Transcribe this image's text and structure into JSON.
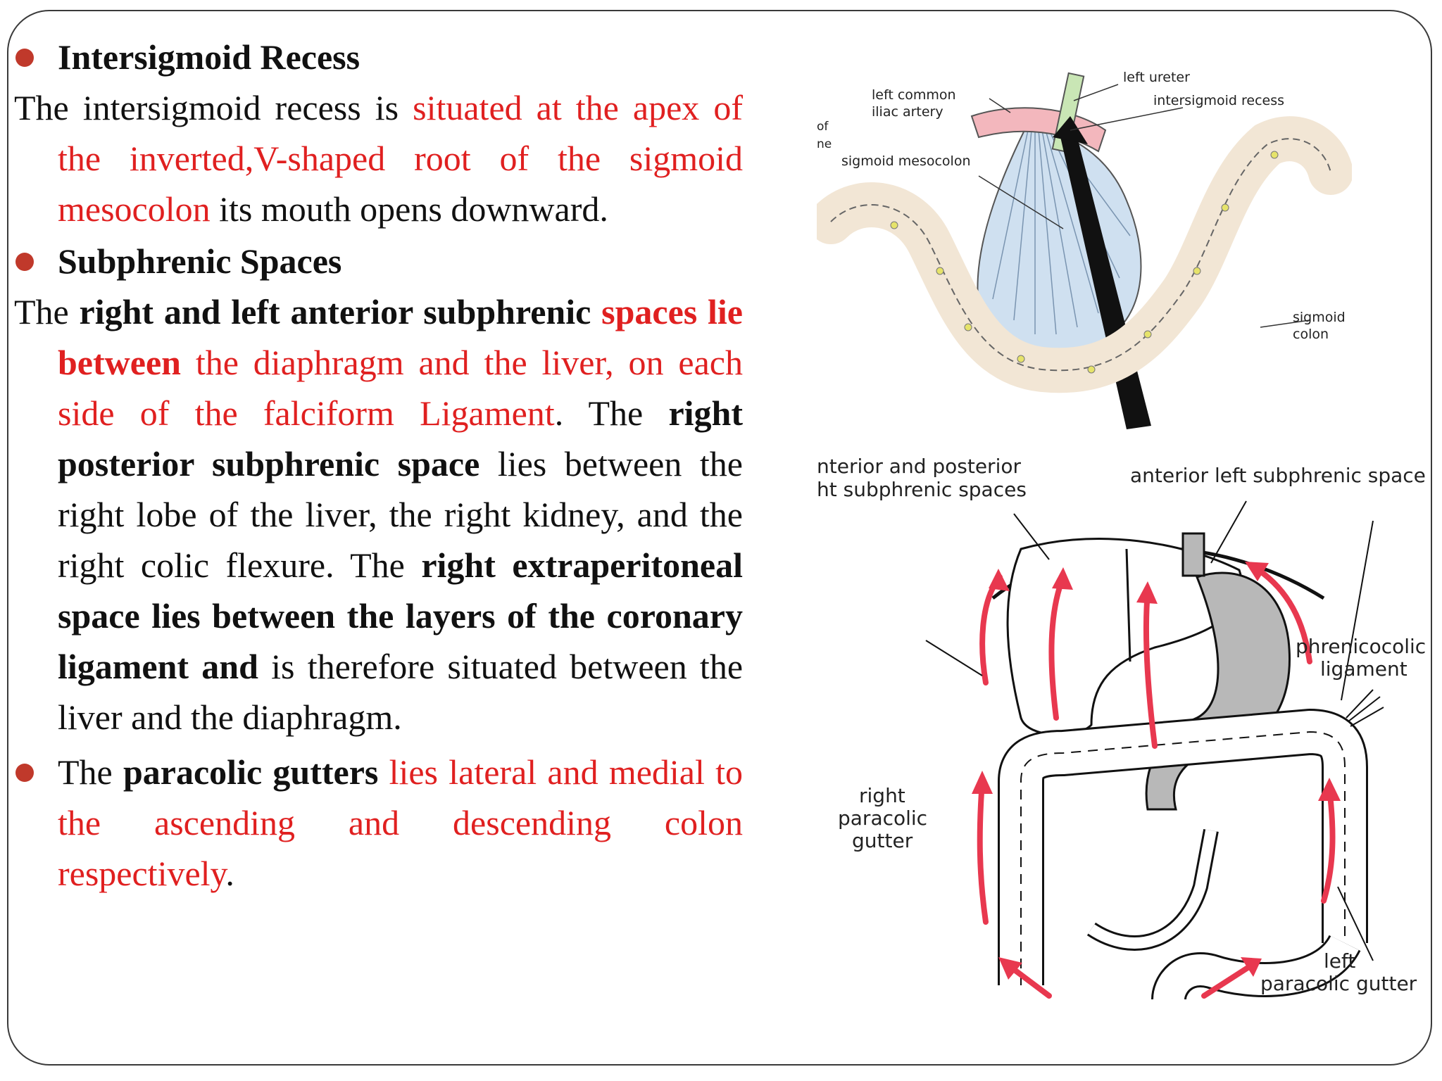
{
  "section1": {
    "heading": "Intersigmoid Recess",
    "para_prefix": "The intersigmoid recess is ",
    "para_red": "situated at the apex of the inverted,V-shaped root of the sigmoid mesocolon",
    "para_suffix": " its mouth opens downward."
  },
  "section2": {
    "heading": "Subphrenic Spaces",
    "p_the": "The ",
    "p_b1": "right and left anterior subphrenic ",
    "p_rb": "spaces lie between",
    "p_r1": " the diaphragm and the liver, on each side of the falciform Ligament",
    "p_dot": ". The ",
    "p_b2": "right posterior subphrenic space",
    "p_t2": " lies between the right lobe of the liver, the right kidney, and the right colic flexure. The ",
    "p_b3": "right extraperitoneal  space lies between the layers of the coronary ligament and",
    "p_t3": " is therefore situated between the liver and the diaphragm."
  },
  "section3": {
    "p_the": "The ",
    "p_b": "paracolic gutters",
    "p_red": " lies lateral and medial to the ascending and descending colon respectively",
    "p_end": "."
  },
  "figure_top": {
    "labels": {
      "left_ureter": "left ureter",
      "left_common": "left common",
      "iliac_artery": "iliac artery",
      "intersigmoid_recess": "intersigmoid recess",
      "sigmoid_mesocolon": "sigmoid mesocolon",
      "sigmoid": "sigmoid",
      "colon": "colon",
      "of_fragment": "of",
      "ne_fragment": "ne"
    }
  },
  "figure_bottom": {
    "labels": {
      "ant_post_1": "nterior and posterior",
      "ant_post_2": "ht subphrenic spaces",
      "ant_left": "anterior left subphrenic space",
      "phrenicocolic_1": "phrenicocolic",
      "phrenicocolic_2": "ligament",
      "right_1": "right",
      "right_2": "paracolic",
      "right_3": "gutter",
      "left_1": "left",
      "left_2": "paracolic gutter"
    },
    "colors": {
      "arrow": "#e8384f",
      "stomach": "#b8b8b8",
      "colon_fill": "#ffffff"
    }
  }
}
